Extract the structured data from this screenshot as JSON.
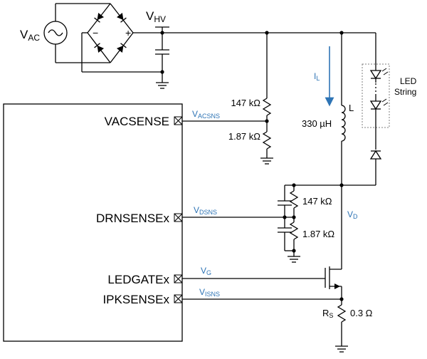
{
  "sources": {
    "vac_main": "V",
    "vac_sub": "AC",
    "vhv_main": "V",
    "vhv_sub": "HV"
  },
  "pins": {
    "vacsense": "VACSENSE",
    "drnsense": "DRNSENSEx",
    "ledgate": "LEDGATEx",
    "ipksense": "IPKSENSEx"
  },
  "signals": {
    "vacsns_main": "V",
    "vacsns_sub": "ACSNS",
    "vdsns_main": "V",
    "vdsns_sub": "DSNS",
    "vg_main": "V",
    "vg_sub": "G",
    "visns_main": "V",
    "visns_sub": "ISNS",
    "vd_main": "V",
    "vd_sub": "D",
    "il_main": "I",
    "il_sub": "L"
  },
  "components": {
    "r_top1": "147 kΩ",
    "r_bot1": "1.87 kΩ",
    "inductor_name": "L",
    "inductor_value": "330 µH",
    "r_top2": "147 kΩ",
    "r_bot2": "1.87 kΩ",
    "rs_main": "R",
    "rs_sub": "S",
    "rs_value": "0.3 Ω"
  },
  "led": {
    "line1": "LED",
    "line2": "String"
  },
  "colors": {
    "signal_blue": "#2e74b5",
    "wire": "#000000",
    "led_box": "#7f7f7f"
  }
}
